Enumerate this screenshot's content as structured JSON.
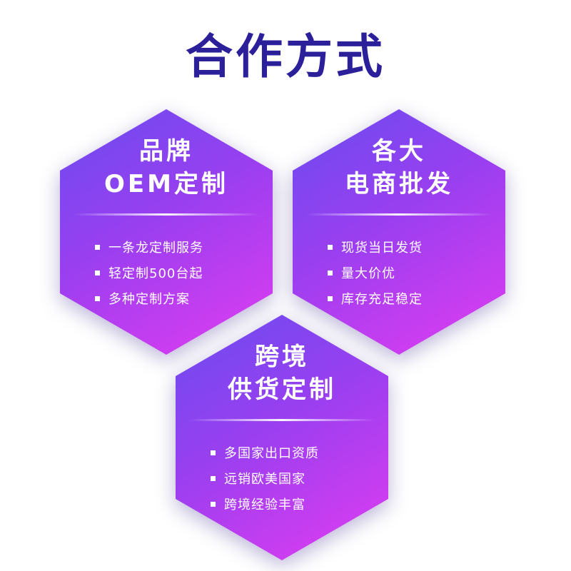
{
  "page": {
    "title": "合作方式"
  },
  "cards": [
    {
      "title_line1": "品牌",
      "title_line2": "OEM定制",
      "features": [
        "一条龙定制服务",
        "轻定制500台起",
        "多种定制方案"
      ]
    },
    {
      "title_line1": "各大",
      "title_line2": "电商批发",
      "features": [
        "现货当日发货",
        "量大价优",
        "库存充足稳定"
      ]
    },
    {
      "title_line1": "跨境",
      "title_line2": "供货定制",
      "features": [
        "多国家出口资质",
        "远销欧美国家",
        "跨境经验丰富"
      ]
    }
  ],
  "colors": {
    "title": "#2b2099",
    "gradient_start": "#6a4cf0",
    "gradient_mid": "#9a3ff0",
    "gradient_end": "#e23cf0",
    "text": "#ffffff"
  }
}
